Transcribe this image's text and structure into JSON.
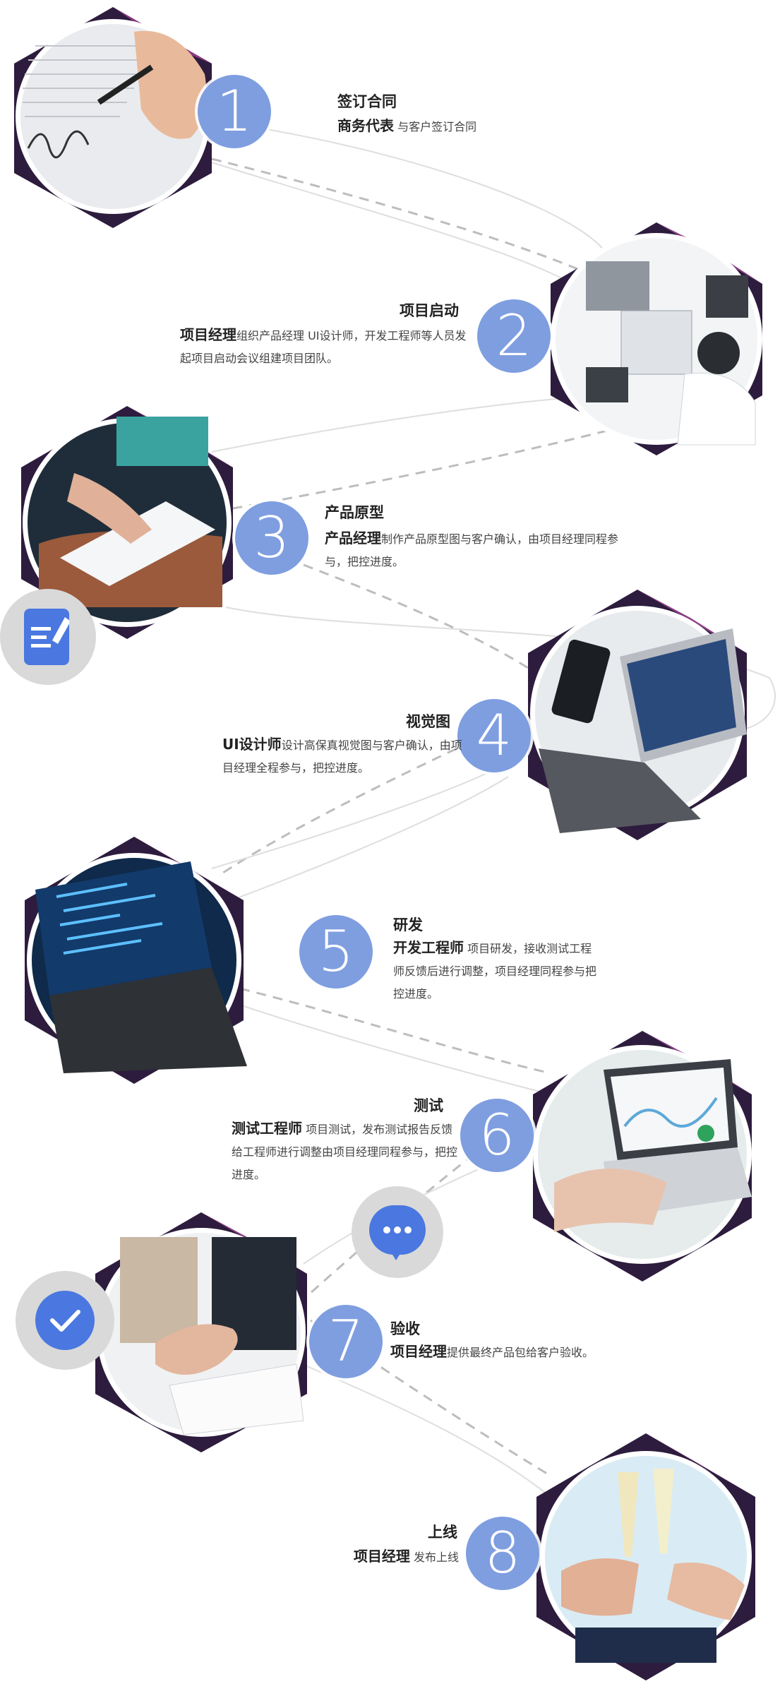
{
  "colors": {
    "number_circle": "#7f9ee0",
    "hexagon_dark": "#2d1c3d",
    "hexagon_accent": "#8e3a84",
    "badge_grey": "#d9d9d9",
    "badge_blue": "#4a78e0",
    "dashed_line": "#bdbdbd",
    "thin_line": "#dedede"
  },
  "steps": [
    {
      "number": "1",
      "title": "签订合同",
      "role": "商务代表",
      "text": " 与客户签订合同",
      "image": "contract-signing-photo"
    },
    {
      "number": "2",
      "title": "项目启动",
      "role": "项目经理",
      "text": "组织产品经理  UI设计师，开发工程师等人员发起项目启动会议组建项目团队。",
      "image": "meeting-photo"
    },
    {
      "number": "3",
      "title": "产品原型",
      "role": "产品经理",
      "text": "制作产品原型图与客户确认，由项目经理同程参与，把控进度。",
      "image": "document-pointing-photo"
    },
    {
      "number": "4",
      "title": "视觉图",
      "role": "UI设计师",
      "text": "设计高保真视觉图与客户确认，由项目经理全程参与，把控进度。",
      "image": "tablet-phone-photo"
    },
    {
      "number": "5",
      "title": "研发",
      "role": "开发工程师",
      "text": " 项目研发，接收测试工程师反馈后进行调整，项目经理同程参与把控进度。",
      "image": "laptop-code-photo"
    },
    {
      "number": "6",
      "title": "测试",
      "role": "测试工程师",
      "text": " 项目测试，发布测试报告反馈给工程师进行调整由项目经理同程参与，把控进度。",
      "image": "laptop-chart-photo"
    },
    {
      "number": "7",
      "title": "验收",
      "role": "项目经理",
      "text": "提供最终产品包给客户验收。",
      "image": "handshake-photo"
    },
    {
      "number": "8",
      "title": "上线",
      "role": "项目经理",
      "text": " 发布上线",
      "image": "champagne-toast-photo"
    }
  ],
  "badges": [
    "edit-document-icon",
    "chat-bubble-icon",
    "checkmark-icon"
  ]
}
